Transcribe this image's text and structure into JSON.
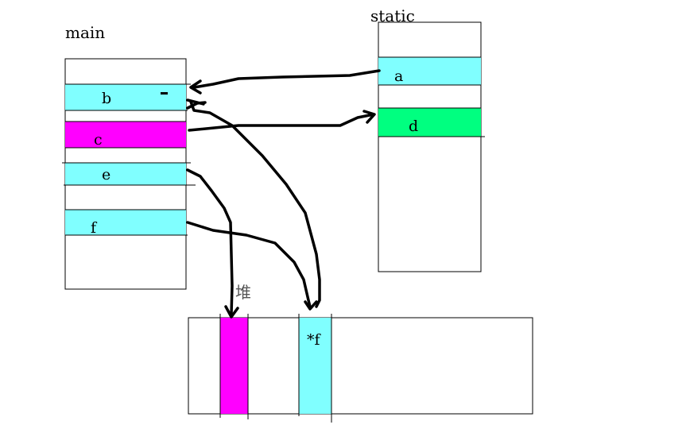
{
  "labels": {
    "main": "main",
    "static": "static",
    "heap": "堆"
  },
  "main_cells": {
    "b": "b",
    "c": "c",
    "e": "e",
    "f": "f"
  },
  "static_cells": {
    "a": "a",
    "d": "d"
  },
  "heap_cells": {
    "deref_f": "*f"
  },
  "colors": {
    "cyan": "#80ffff",
    "magenta": "#ff00ff",
    "green": "#00ff80",
    "border": "#000000",
    "arrow": "#000000"
  }
}
